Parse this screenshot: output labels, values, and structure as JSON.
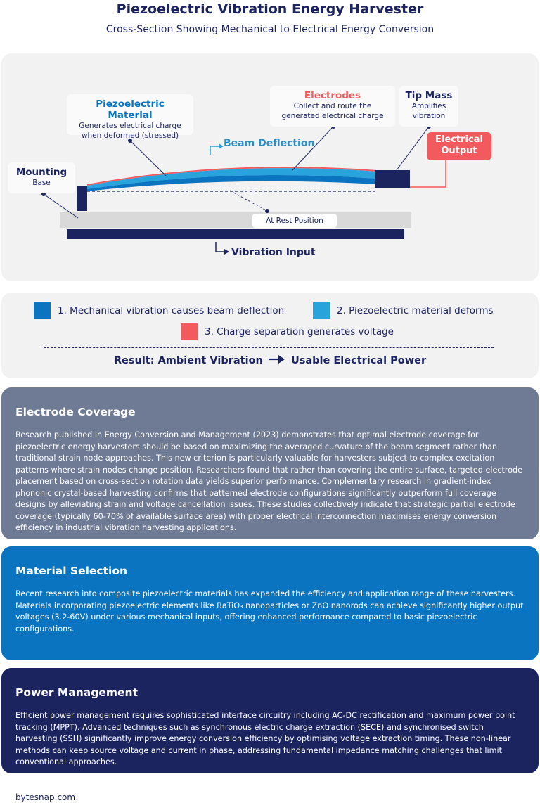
{
  "header": {
    "title": "Piezoelectric Vibration Energy Harvester",
    "subtitle": "Cross-Section Showing Mechanical to Electrical Energy Conversion"
  },
  "diagram": {
    "mounting": {
      "head": "Mounting",
      "body": "Base"
    },
    "piezo": {
      "head": "Piezoelectric Material",
      "body1": "Generates electrical charge",
      "body2": "when deformed (stressed)"
    },
    "electrodes": {
      "head": "Electrodes",
      "body1": "Collect and route the",
      "body2": "generated electrical charge"
    },
    "tip_mass": {
      "head": "Tip Mass",
      "body1": "Amplifies",
      "body2": "vibration"
    },
    "output": {
      "line1": "Electrical",
      "line2": "Output"
    },
    "beam_deflection": "Beam Deflection",
    "rest_position": "At Rest Position",
    "vibration_input": "Vibration Input",
    "colors": {
      "navy": "#1c2460",
      "blue": "#0a74c0",
      "light_blue": "#29a3dc",
      "red": "#f25a5d",
      "gray": "#d9d9d9"
    }
  },
  "legend": {
    "items": [
      {
        "label": "1. Mechanical vibration causes beam deflection",
        "color": "#0a74c0"
      },
      {
        "label": "2. Piezoelectric material deforms",
        "color": "#29a3dc"
      },
      {
        "label": "3. Charge separation generates voltage",
        "color": "#f25a5d"
      }
    ],
    "result_left": "Result: Ambient Vibration",
    "result_right": "Usable Electrical Power"
  },
  "sections": {
    "electrode": {
      "title": "Electrode Coverage",
      "text": "Research published in Energy Conversion and Management (2023) demonstrates that optimal electrode coverage for piezoelectric energy harvesters should be based on maximizing the averaged curvature of the beam segment rather than traditional strain node approaches. This new criterion is particularly valuable for harvesters subject to complex excitation patterns where strain nodes change position. Researchers found that rather than covering the entire surface, targeted electrode placement based on cross-section rotation data yields superior performance. Complementary research in gradient-index phononic crystal-based harvesting confirms that patterned electrode configurations significantly outperform full coverage designs by alleviating strain and voltage cancellation issues. These studies collectively indicate that strategic partial electrode coverage (typically 60-70% of available surface area) with proper electrical interconnection maximises energy conversion efficiency in industrial vibration harvesting applications."
    },
    "material": {
      "title": "Material Selection",
      "text": "Recent research into composite piezoelectric materials has expanded the efficiency and application range of these harvesters. Materials incorporating piezoelectric elements like BaTiO₃ nanoparticles or ZnO nanorods can achieve significantly higher output voltages (3.2-60V) under various mechanical inputs, offering enhanced performance compared to basic piezoelectric configurations."
    },
    "power": {
      "title": "Power Management",
      "text": "Efficient power management requires sophisticated interface circuitry including AC-DC rectification and maximum power point tracking (MPPT). Advanced techniques such as synchronous electric charge extraction (SECE) and synchronised switch harvesting (SSH) significantly improve energy conversion efficiency by optimising voltage extraction timing. These non-linear methods can keep source voltage and current in phase, addressing fundamental impedance matching challenges that limit conventional approaches."
    }
  },
  "footer": {
    "site": "bytesnap.com"
  }
}
